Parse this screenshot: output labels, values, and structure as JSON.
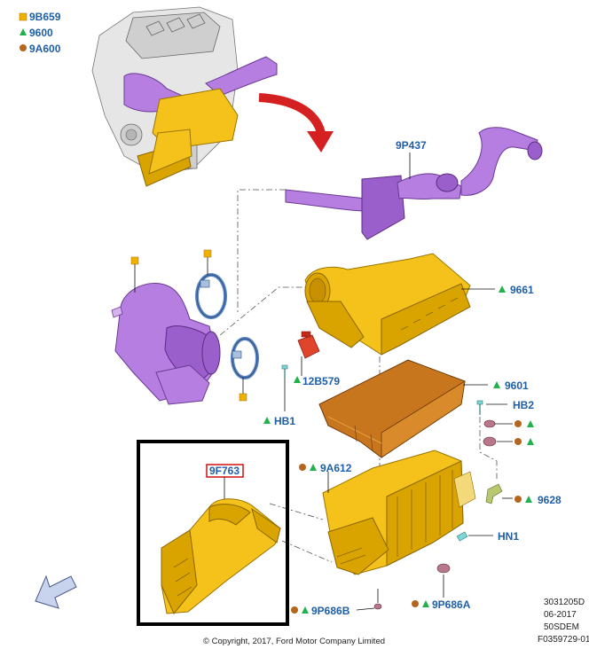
{
  "legend": [
    {
      "marker": "square",
      "code": "9B659"
    },
    {
      "marker": "triangle",
      "code": "9600"
    },
    {
      "marker": "circle",
      "code": "9A600"
    }
  ],
  "parts": {
    "p9P437": "9P437",
    "p9661": "9661",
    "p12B579": "12B579",
    "pHB1": "HB1",
    "p9601": "9601",
    "pHB2": "HB2",
    "p9A612": "9A612",
    "p9F763": "9F763",
    "p9628": "9628",
    "pHN1": "HN1",
    "p9P686B": "9P686B",
    "p9P686A": "9P686A"
  },
  "meta": {
    "ref1": "3031205D",
    "ref2": "06-2017",
    "ref3": "50SDEM",
    "ref4": "F0359729-01"
  },
  "copyright": "© Copyright, 2017, Ford Motor Company Limited",
  "colors": {
    "label_blue": "#1f5fa8",
    "part_yellow": "#f4c21a",
    "part_purple": "#b57ee0",
    "filter_orange": "#c8761e",
    "callout_red": "#d42020",
    "highlight_box": "#000000"
  }
}
